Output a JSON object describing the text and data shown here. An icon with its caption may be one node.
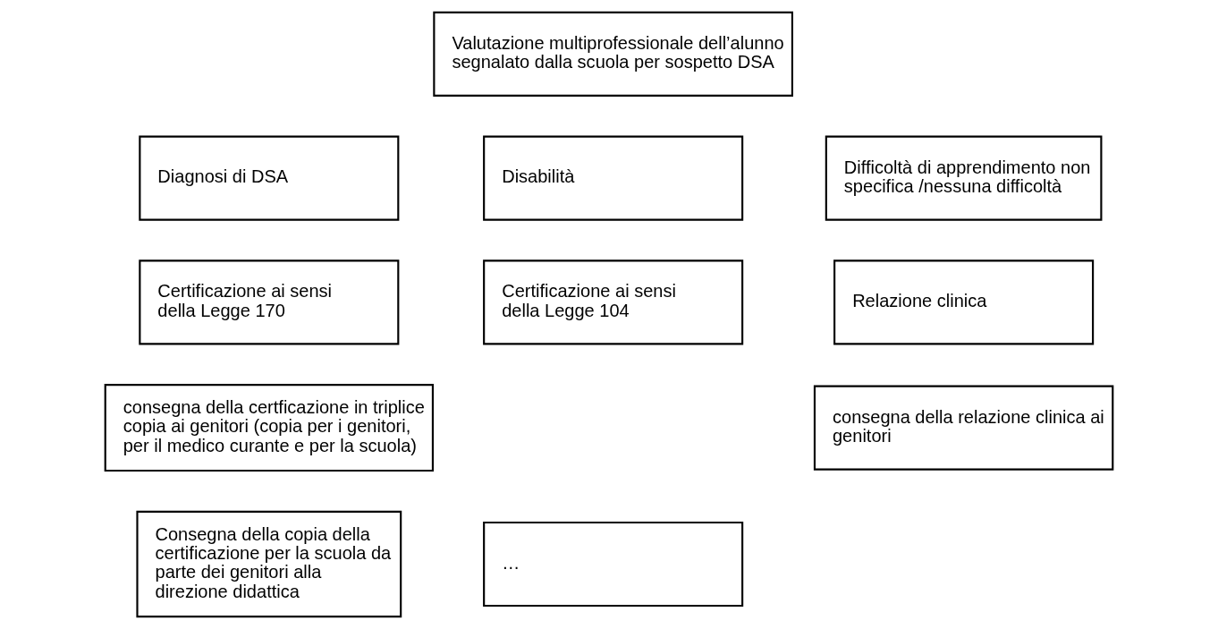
{
  "diagram": {
    "nodes": [
      {
        "text": [
          "Valutazione multiprofessionale dell’alunno segnalato dalla scuola per sospetto DSA"
        ]
      },
      {
        "text": [
          "Diagnosi di DSA"
        ]
      },
      {
        "text": [
          "Disabilità"
        ]
      },
      {
        "text": [
          "Difficoltà di apprendimento non specifica /nessuna difficoltà"
        ]
      },
      {
        "text": [
          "Certificazione ai sensi della Legge 170"
        ]
      },
      {
        "text": [
          "Certificazione ai sensi della Legge 104"
        ]
      },
      {
        "text": [
          "Relazione clinica"
        ]
      },
      {
        "text": [
          "consegna della certficazione in triplice copia ai genitori (copia per i genitori, per il medico curante e per la scuola)"
        ]
      },
      {
        "text": [
          "consegna della relazione clinica ai genitori"
        ]
      },
      {
        "text": [
          "Consegna della copia della certificazione per la scuola da parte dei genitori alla direzione didattica"
        ]
      },
      {
        "text": [
          "…"
        ]
      }
    ],
    "edges": []
  }
}
